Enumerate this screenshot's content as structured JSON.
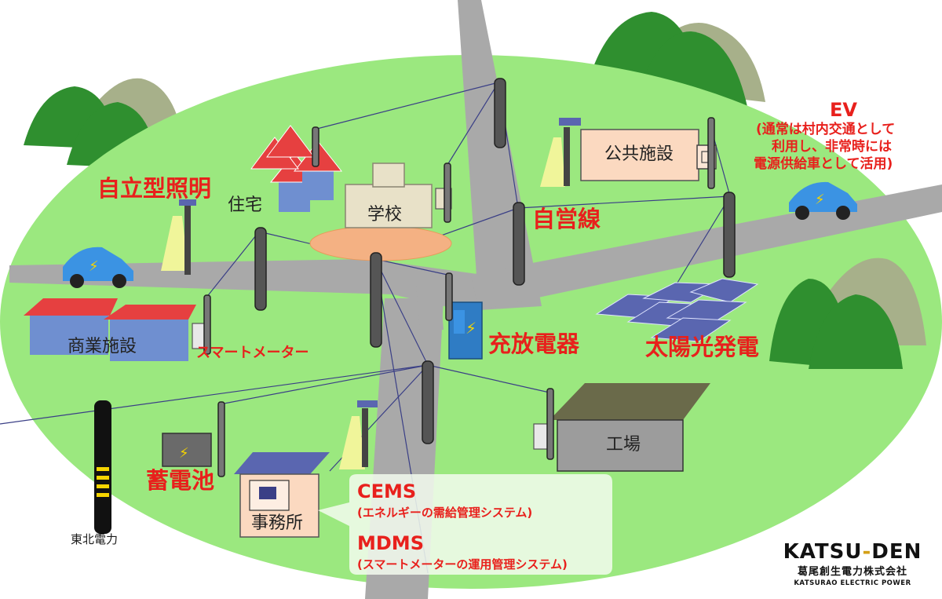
{
  "labels": {
    "jiritsu_lighting": "自立型照明",
    "housing": "住宅",
    "school": "学校",
    "public_facility": "公共施設",
    "private_line": "自営線",
    "ev_title": "EV",
    "ev_note_1": "(通常は村内交通として",
    "ev_note_2": "利用し、非常時には",
    "ev_note_3": "電源供給車として活用)",
    "commercial": "商業施設",
    "smart_meter": "スマートメーター",
    "charger": "充放電器",
    "solar": "太陽光発電",
    "factory": "工場",
    "battery": "蓄電池",
    "office": "事務所",
    "tohoku": "東北電力"
  },
  "systems": {
    "cems_name": "CEMS",
    "cems_desc": "(エネルギーの需給管理システム)",
    "mdms_name": "MDMS",
    "mdms_desc": "(スマートメーターの運用管理システム)"
  },
  "logo": {
    "main_left": "KATSU",
    "main_dash": "-",
    "main_right": "DEN",
    "sub_jp": "葛尾創生電力株式会社",
    "sub_en": "KATSURAO ELECTRIC POWER"
  },
  "colors": {
    "field": "#9be87f",
    "road": "#a9a9a9",
    "hill_dark": "#2f8f2f",
    "hill_light": "#a7b08a",
    "label_red": "#e8201c"
  }
}
